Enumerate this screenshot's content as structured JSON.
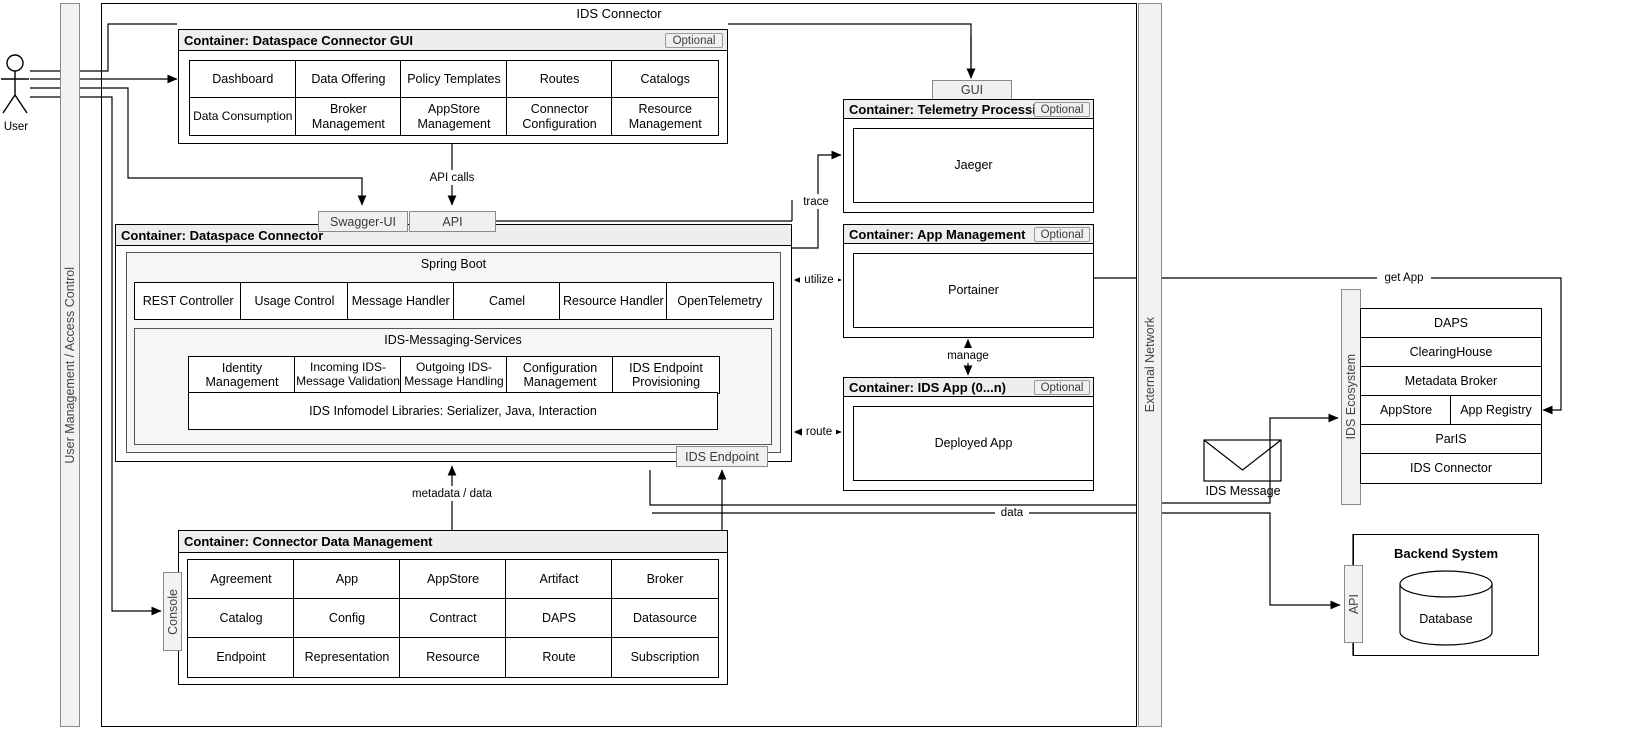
{
  "diagram": {
    "title": "IDS Connector",
    "actor": {
      "label": "User"
    },
    "left_bar": {
      "label": "User Management / Access Control"
    },
    "external_network_bar": {
      "label": "External Network"
    },
    "ids_ecosystem_bar": {
      "label": "IDS Ecosystem"
    },
    "console_bar": {
      "label": "Console"
    },
    "backend_api_bar": {
      "label": "API"
    },
    "optional_badge": "Optional",
    "gui_tag": "GUI",
    "swagger_tag": "Swagger-UI",
    "api_tag": "API",
    "ids_endpoint_tag": "IDS Endpoint",
    "edge_labels": {
      "api_calls": "API calls",
      "metadata_data": "metadata / data",
      "trace": "trace",
      "utilize": "utilize",
      "manage": "manage",
      "route": "route",
      "data": "data",
      "get_app": "get App"
    },
    "ids_message": {
      "label": "IDS Message"
    },
    "backend": {
      "title": "Backend System",
      "database": "Database"
    }
  },
  "containers": {
    "gui": {
      "header": "Container: Dataspace Connector GUI",
      "optional": true,
      "rows": [
        [
          "Dashboard",
          "Data Offering",
          "Policy Templates",
          "Routes",
          "Catalogs"
        ],
        [
          "Data Consumption",
          "Broker Management",
          "AppStore Management",
          "Connector Configuration",
          "Resource Management"
        ]
      ]
    },
    "dataspace_connector": {
      "header": "Container: Dataspace Connector",
      "spring_boot": {
        "title": "Spring Boot",
        "modules": [
          "REST Controller",
          "Usage Control",
          "Message Handler",
          "Camel",
          "Resource Handler",
          "OpenTelemetry"
        ],
        "messaging": {
          "title": "IDS-Messaging-Services",
          "modules": [
            "Identity Management",
            "Incoming IDS-Message Validation",
            "Outgoing IDS-Message Handling",
            "Configuration Management",
            "IDS Endpoint Provisioning"
          ],
          "libraries": "IDS Infomodel Libraries: Serializer, Java, Interaction"
        }
      }
    },
    "connector_data_management": {
      "header": "Container: Connector Data Management",
      "rows": [
        [
          "Agreement",
          "App",
          "AppStore",
          "Artifact",
          "Broker"
        ],
        [
          "Catalog",
          "Config",
          "Contract",
          "DAPS",
          "Datasource"
        ],
        [
          "Endpoint",
          "Representation",
          "Resource",
          "Route",
          "Subscription"
        ]
      ]
    },
    "telemetry": {
      "header": "Container: Telemetry Processing",
      "optional": true,
      "content": "Jaeger"
    },
    "app_management": {
      "header": "Container: App Management",
      "optional": true,
      "content": "Portainer"
    },
    "ids_app": {
      "header": "Container: IDS App (0...n)",
      "optional": true,
      "content": "Deployed App"
    }
  },
  "ids_ecosystem": {
    "rows": [
      {
        "cells": [
          "DAPS"
        ]
      },
      {
        "cells": [
          "ClearingHouse"
        ]
      },
      {
        "cells": [
          "Metadata Broker"
        ]
      },
      {
        "cells": [
          "AppStore",
          "App Registry"
        ]
      },
      {
        "cells": [
          "ParIS"
        ]
      },
      {
        "cells": [
          "IDS Connector"
        ]
      }
    ]
  }
}
